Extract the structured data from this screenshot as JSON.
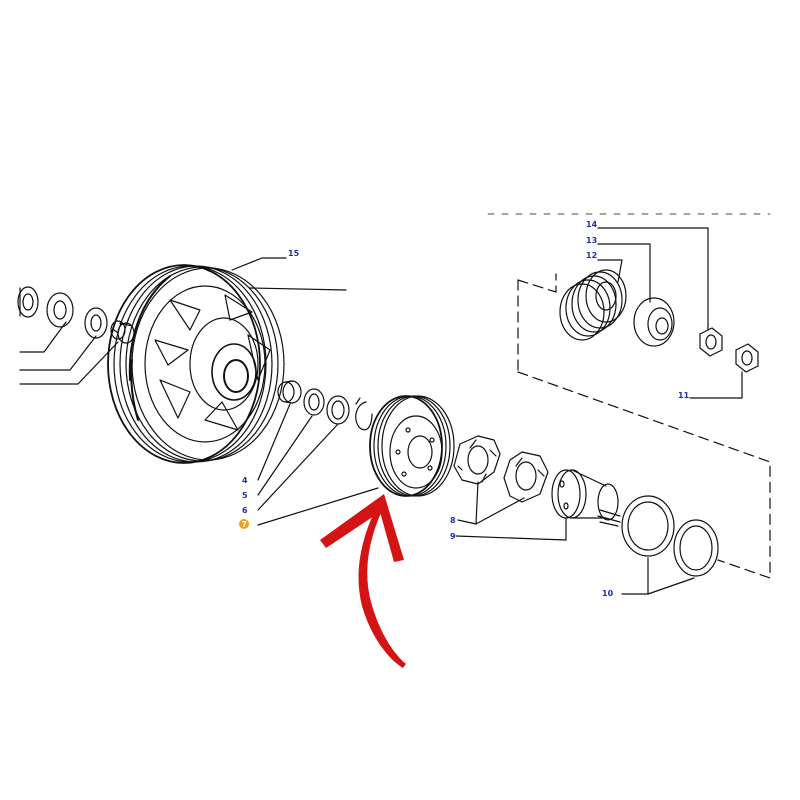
{
  "diagram": {
    "callouts": [
      {
        "id": "c15",
        "label": "15"
      },
      {
        "id": "c4",
        "label": "4"
      },
      {
        "id": "c5",
        "label": "5"
      },
      {
        "id": "c6",
        "label": "6"
      },
      {
        "id": "c7",
        "label": "7",
        "highlighted": true
      },
      {
        "id": "c8",
        "label": "8"
      },
      {
        "id": "c9",
        "label": "9"
      },
      {
        "id": "c10",
        "label": "10"
      },
      {
        "id": "c11",
        "label": "11"
      },
      {
        "id": "c12",
        "label": "12"
      },
      {
        "id": "c13",
        "label": "13"
      },
      {
        "id": "c14",
        "label": "14"
      }
    ],
    "highlight_color": "#f0a020",
    "label_color": "#1f2fa8",
    "arrow_color": "#d41414",
    "line_color": "#111111"
  }
}
